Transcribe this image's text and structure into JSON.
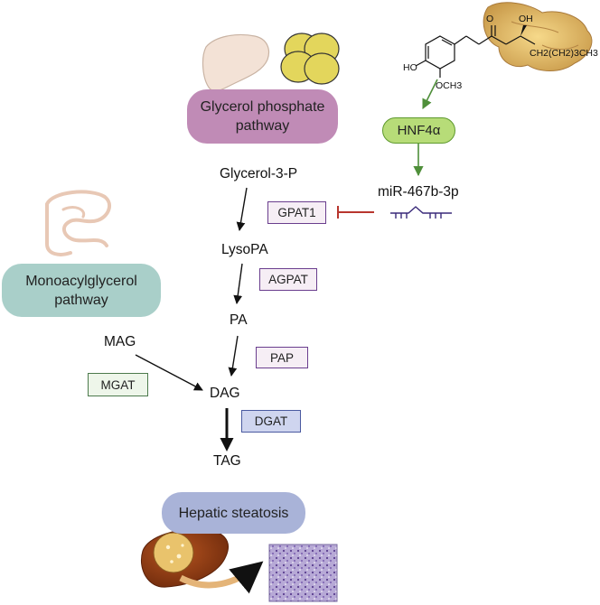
{
  "pathways": {
    "glycerol_phosphate": "Glycerol phosphate\npathway",
    "monoacylglycerol": "Monoacylglycerol\npathway",
    "outcome": "Hepatic steatosis"
  },
  "regulators": {
    "hnf4a": "HNF4α",
    "mirna": "miR-467b-3p"
  },
  "compound": {
    "ho": "HO",
    "och3": "OCH3",
    "oh": "OH",
    "o": "O",
    "chain": "CH2(CH2)3CH3"
  },
  "metabolites": {
    "g3p": "Glycerol-3-P",
    "lysopa": "LysoPA",
    "pa": "PA",
    "mag": "MAG",
    "dag": "DAG",
    "tag": "TAG"
  },
  "enzymes": {
    "gpat1": "GPAT1",
    "agpat": "AGPAT",
    "pap": "PAP",
    "mgat": "MGAT",
    "dgat": "DGAT"
  },
  "colors": {
    "glycerol_pill": "#c08bb6",
    "mag_pill": "#a9cfc9",
    "steatosis_pill": "#a9b3d8",
    "hnf4a_fill": "#b7dc78",
    "hnf4a_border": "#5f9a2e",
    "green_arrow": "#4f8f3a",
    "inhibit": "#b8362e",
    "gpat_border": "#6a3e8e",
    "mgat_fill": "#eef6ea",
    "mgat_border": "#4c7a4c",
    "dgat_fill": "#cfd5ef",
    "dgat_border": "#4a5aa0",
    "enzyme_fill": "#f6eef5"
  }
}
